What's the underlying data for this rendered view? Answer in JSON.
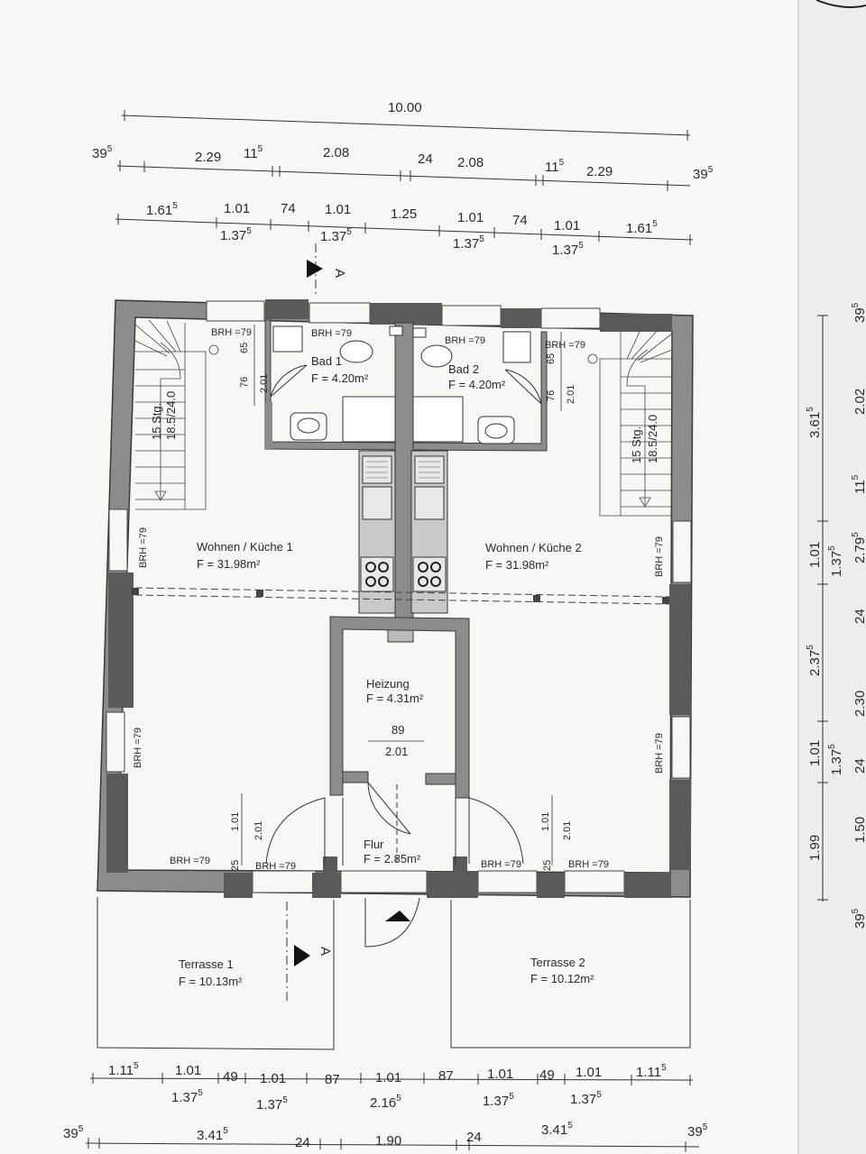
{
  "colors": {
    "paper": "#f7f7f5",
    "wall": "#4a4a4a",
    "wall_fill": "#8c8c8c",
    "line": "#333333",
    "shadow": "#dcdcdc"
  },
  "rooms": [
    {
      "id": "bad1",
      "name": "Bad 1",
      "area": "F = 4.20m²"
    },
    {
      "id": "bad2",
      "name": "Bad 2",
      "area": "F = 4.20m²"
    },
    {
      "id": "wohnen1",
      "name": "Wohnen / Küche 1",
      "area": "F = 31.98m²"
    },
    {
      "id": "wohnen2",
      "name": "Wohnen / Küche 2",
      "area": "F = 31.98m²"
    },
    {
      "id": "heizung",
      "name": "Heizung",
      "area": "F = 4.31m²"
    },
    {
      "id": "flur",
      "name": "Flur",
      "area": "F = 2.85m²"
    },
    {
      "id": "terrasse1",
      "name": "Terrasse 1",
      "area": "F = 10.13m²"
    },
    {
      "id": "terrasse2",
      "name": "Terrasse 2",
      "area": "F = 10.12m²"
    }
  ],
  "stairs": {
    "steps": "15 Stg.",
    "ratio": "18.5/24.0"
  },
  "brh": "BRH =79",
  "section_mark": "A",
  "small_dims": {
    "d65": "65",
    "d76": "76",
    "d201": "2.01",
    "d101": "1.01",
    "d89": "89",
    "d25": "25"
  },
  "top_dims": {
    "total": "10.00",
    "row2": [
      {
        "v": "39",
        "s": "5"
      },
      {
        "v": "2.29",
        "s": ""
      },
      {
        "v": "11",
        "s": "5"
      },
      {
        "v": "2.08",
        "s": ""
      },
      {
        "v": "24",
        "s": ""
      },
      {
        "v": "2.08",
        "s": ""
      },
      {
        "v": "11",
        "s": "5"
      },
      {
        "v": "2.29",
        "s": ""
      },
      {
        "v": "39",
        "s": "5"
      }
    ],
    "row3_top": [
      {
        "v": "1.61",
        "s": "5"
      },
      {
        "v": "1.01",
        "s": ""
      },
      {
        "v": "74",
        "s": ""
      },
      {
        "v": "1.01",
        "s": ""
      },
      {
        "v": "1.25",
        "s": ""
      },
      {
        "v": "1.01",
        "s": ""
      },
      {
        "v": "74",
        "s": ""
      },
      {
        "v": "1.01",
        "s": ""
      },
      {
        "v": "1.61",
        "s": "5"
      }
    ],
    "row3_bottom": [
      {
        "v": "1.37",
        "s": "5"
      },
      {
        "v": "1.37",
        "s": "5"
      },
      {
        "v": "1.37",
        "s": "5"
      },
      {
        "v": "1.37",
        "s": "5"
      }
    ]
  },
  "bottom_dims": {
    "row1_top": [
      {
        "v": "1.11",
        "s": "5"
      },
      {
        "v": "1.01",
        "s": ""
      },
      {
        "v": "49",
        "s": ""
      },
      {
        "v": "1.01",
        "s": ""
      },
      {
        "v": "87",
        "s": ""
      },
      {
        "v": "1.01",
        "s": ""
      },
      {
        "v": "87",
        "s": ""
      },
      {
        "v": "1.01",
        "s": ""
      },
      {
        "v": "49",
        "s": ""
      },
      {
        "v": "1.01",
        "s": ""
      },
      {
        "v": "1.11",
        "s": "5"
      }
    ],
    "row1_bottom": [
      {
        "v": "1.37",
        "s": "5"
      },
      {
        "v": "1.37",
        "s": "5"
      },
      {
        "v": "2.16",
        "s": "5"
      },
      {
        "v": "1.37",
        "s": "5"
      },
      {
        "v": "1.37",
        "s": "5"
      }
    ],
    "row2": [
      {
        "v": "39",
        "s": "5"
      },
      {
        "v": "3.41",
        "s": "5"
      },
      {
        "v": "24",
        "s": ""
      },
      {
        "v": "1.90",
        "s": ""
      },
      {
        "v": "24",
        "s": ""
      },
      {
        "v": "3.41",
        "s": "5"
      },
      {
        "v": "39",
        "s": "5"
      }
    ]
  },
  "right_dims": {
    "col1": [
      {
        "v": "3.61",
        "s": "5"
      },
      {
        "v": "1.01",
        "s": ""
      },
      {
        "v": "1.37",
        "s": "5"
      },
      {
        "v": "2.37",
        "s": "5"
      },
      {
        "v": "1.01",
        "s": ""
      },
      {
        "v": "1.37",
        "s": "5"
      },
      {
        "v": "1.99",
        "s": ""
      }
    ],
    "col2": [
      {
        "v": "39",
        "s": "5"
      },
      {
        "v": "2.02",
        "s": ""
      },
      {
        "v": "11",
        "s": "5"
      },
      {
        "v": "2.79",
        "s": "5"
      },
      {
        "v": "24",
        "s": ""
      },
      {
        "v": "2.30",
        "s": ""
      },
      {
        "v": "24",
        "s": ""
      },
      {
        "v": "1.50",
        "s": ""
      },
      {
        "v": "39",
        "s": "5"
      }
    ]
  }
}
